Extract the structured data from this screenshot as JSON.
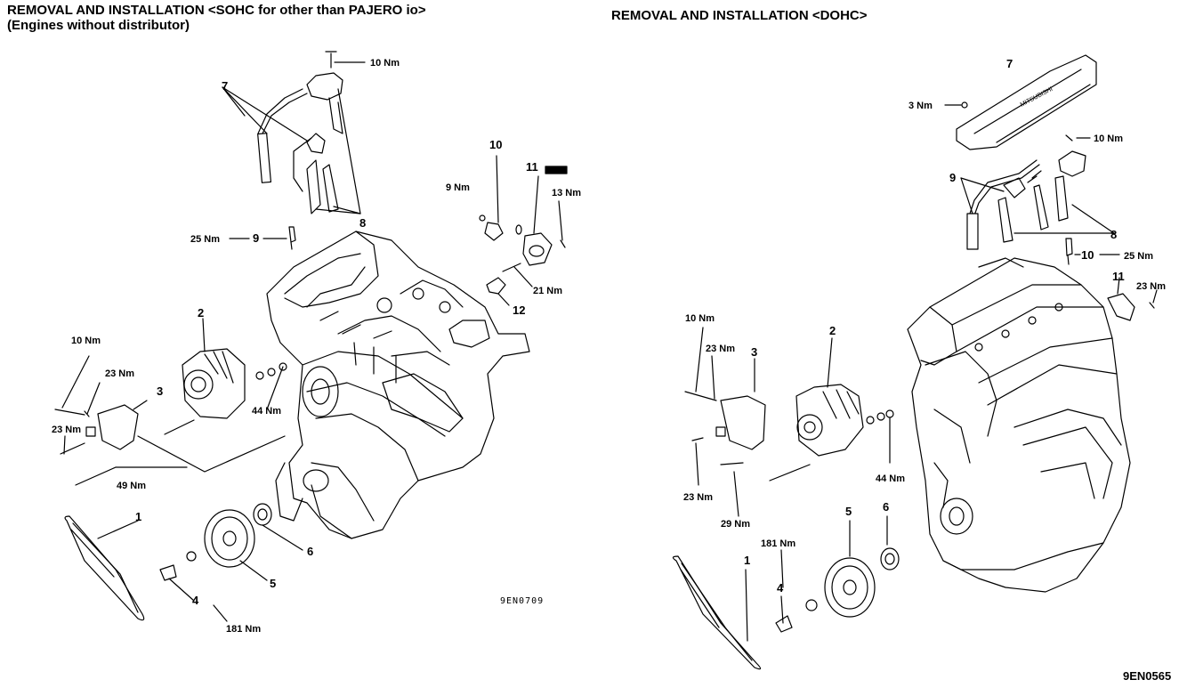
{
  "titles": {
    "left": "REMOVAL AND INSTALLATION <SOHC for other than PAJERO io>\n(Engines without distributor)",
    "right": "REMOVAL AND INSTALLATION <DOHC>"
  },
  "figure_codes": {
    "left": "9EN0709",
    "right": "9EN0565"
  },
  "left_labels": {
    "n1": "1",
    "n2": "2",
    "n3": "3",
    "n4": "4",
    "n5": "5",
    "n6": "6",
    "n7": "7",
    "n8": "8",
    "n9": "9",
    "n10": "10",
    "n11": "11",
    "n12": "12",
    "t_10nm_top": "10 Nm",
    "t_25nm": "25 Nm",
    "t_9nm": "9 Nm",
    "t_13nm": "13 Nm",
    "t_21nm": "21 Nm",
    "t_10nm_bracket": "10 Nm",
    "t_23nm_a": "23 Nm",
    "t_23nm_b": "23 Nm",
    "t_44nm": "44 Nm",
    "t_49nm": "49 Nm",
    "t_181nm": "181 Nm"
  },
  "right_labels": {
    "n1": "1",
    "n2": "2",
    "n3": "3",
    "n4": "4",
    "n5": "5",
    "n6": "6",
    "n7": "7",
    "n8": "8",
    "n9": "9",
    "n10": "10",
    "n11": "11",
    "t_3nm": "3 Nm",
    "t_10nm_coil": "10 Nm",
    "t_25nm": "25 Nm",
    "t_23nm_top": "23 Nm",
    "t_10nm_bracket": "10 Nm",
    "t_23nm_a": "23 Nm",
    "t_23nm_b": "23 Nm",
    "t_44nm": "44 Nm",
    "t_29nm": "29 Nm",
    "t_181nm": "181 Nm"
  },
  "cover_text": "MITSUBISHI"
}
